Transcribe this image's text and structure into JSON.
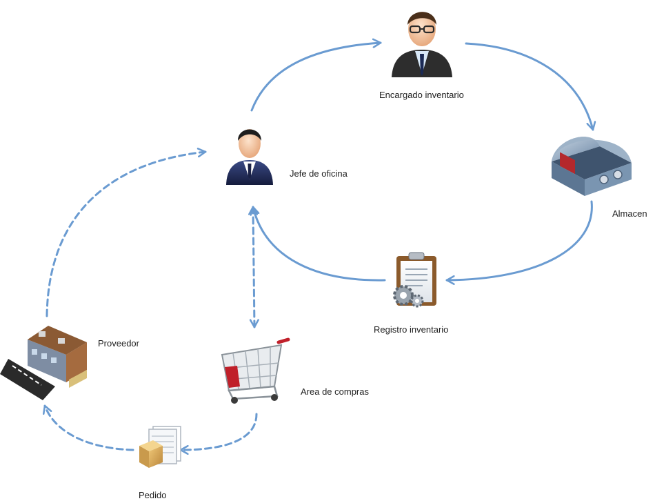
{
  "nodes": {
    "encargado": {
      "label": "Encargado inventario",
      "icon": "business-man-glasses-icon"
    },
    "jefe": {
      "label": "Jefe de oficina",
      "icon": "business-man-suit-icon"
    },
    "almacen": {
      "label": "Almacen",
      "icon": "warehouse-icon"
    },
    "registro": {
      "label": "Registro inventario",
      "icon": "clipboard-gear-icon"
    },
    "proveedor": {
      "label": "Proveedor",
      "icon": "supplier-building-icon"
    },
    "compras": {
      "label": "Area de compras",
      "icon": "shopping-cart-icon"
    },
    "pedido": {
      "label": "Pedido",
      "icon": "order-box-document-icon"
    }
  },
  "edges": [
    {
      "from": "Jefe de oficina",
      "to": "Encargado inventario",
      "style": "solid"
    },
    {
      "from": "Encargado inventario",
      "to": "Almacen",
      "style": "solid"
    },
    {
      "from": "Almacen",
      "to": "Registro inventario",
      "style": "solid"
    },
    {
      "from": "Registro inventario",
      "to": "Jefe de oficina",
      "style": "solid"
    },
    {
      "from": "Jefe de oficina",
      "to": "Area de compras",
      "style": "dashed",
      "bidirectional": true
    },
    {
      "from": "Area de compras",
      "to": "Pedido",
      "style": "dashed"
    },
    {
      "from": "Pedido",
      "to": "Proveedor",
      "style": "dashed"
    },
    {
      "from": "Proveedor",
      "to": "Jefe de oficina",
      "style": "dashed"
    }
  ],
  "colors": {
    "arrow": "#6a9bd1",
    "suit": "#23305f",
    "skin": "#f2c7a4",
    "cart_red": "#c0202a"
  }
}
